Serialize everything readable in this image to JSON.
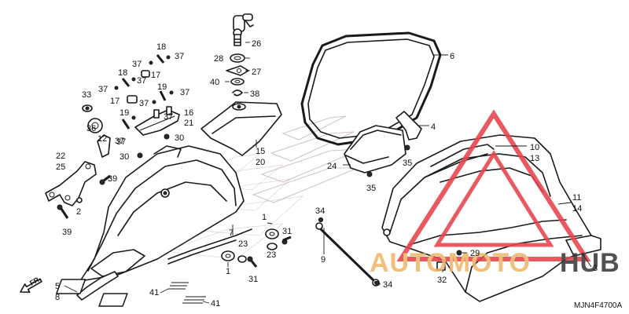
{
  "diagram": {
    "drawing_code": "MJN4F4700A",
    "front_label": "FR.",
    "callouts": [
      {
        "id": "c26",
        "text": "26"
      },
      {
        "id": "c28",
        "text": "28"
      },
      {
        "id": "c27",
        "text": "27"
      },
      {
        "id": "c40",
        "text": "40"
      },
      {
        "id": "c38",
        "text": "38"
      },
      {
        "id": "c18",
        "text": "18"
      },
      {
        "id": "c37a",
        "text": "37"
      },
      {
        "id": "c37b",
        "text": "37"
      },
      {
        "id": "c18b",
        "text": "18"
      },
      {
        "id": "c17a",
        "text": "17"
      },
      {
        "id": "c37c",
        "text": "37"
      },
      {
        "id": "c37d",
        "text": "37"
      },
      {
        "id": "c37e",
        "text": "37"
      },
      {
        "id": "c19a",
        "text": "19"
      },
      {
        "id": "c37f",
        "text": "37"
      },
      {
        "id": "c17b",
        "text": "17"
      },
      {
        "id": "c37g",
        "text": "37"
      },
      {
        "id": "c33",
        "text": "33"
      },
      {
        "id": "c16",
        "text": "16"
      },
      {
        "id": "c21",
        "text": "21"
      },
      {
        "id": "c19b",
        "text": "19"
      },
      {
        "id": "c37h",
        "text": "37"
      },
      {
        "id": "c36",
        "text": "36"
      },
      {
        "id": "c12",
        "text": "12"
      },
      {
        "id": "c37i",
        "text": "37"
      },
      {
        "id": "c30a",
        "text": "30"
      },
      {
        "id": "c30b",
        "text": "30"
      },
      {
        "id": "c15",
        "text": "15"
      },
      {
        "id": "c20",
        "text": "20"
      },
      {
        "id": "c22",
        "text": "22"
      },
      {
        "id": "c25",
        "text": "25"
      },
      {
        "id": "c39a",
        "text": "39"
      },
      {
        "id": "c2",
        "text": "2"
      },
      {
        "id": "c39b",
        "text": "39"
      },
      {
        "id": "c6",
        "text": "6"
      },
      {
        "id": "c4",
        "text": "4"
      },
      {
        "id": "c24",
        "text": "24"
      },
      {
        "id": "c35a",
        "text": "35"
      },
      {
        "id": "c35b",
        "text": "35"
      },
      {
        "id": "c10",
        "text": "10"
      },
      {
        "id": "c13",
        "text": "13"
      },
      {
        "id": "c11",
        "text": "11"
      },
      {
        "id": "c14",
        "text": "14"
      },
      {
        "id": "c34a",
        "text": "34"
      },
      {
        "id": "c9",
        "text": "9"
      },
      {
        "id": "c34b",
        "text": "34"
      },
      {
        "id": "c1a",
        "text": "1"
      },
      {
        "id": "c31a",
        "text": "31"
      },
      {
        "id": "c23a",
        "text": "23"
      },
      {
        "id": "c7",
        "text": "7"
      },
      {
        "id": "c23b",
        "text": "23"
      },
      {
        "id": "c1b",
        "text": "1"
      },
      {
        "id": "c31b",
        "text": "31"
      },
      {
        "id": "c29",
        "text": "29"
      },
      {
        "id": "c32",
        "text": "32"
      },
      {
        "id": "c3",
        "text": "3"
      },
      {
        "id": "c5",
        "text": "5"
      },
      {
        "id": "c8",
        "text": "8"
      },
      {
        "id": "c41a",
        "text": "41"
      },
      {
        "id": "c41b",
        "text": "41"
      }
    ]
  },
  "watermark": {
    "brand_part1": "AUTOMOTO",
    "brand_part2": "HUB",
    "color_red": "#e8414b",
    "color_orange": "#f2b66a",
    "color_dark": "#3a3a3a"
  }
}
